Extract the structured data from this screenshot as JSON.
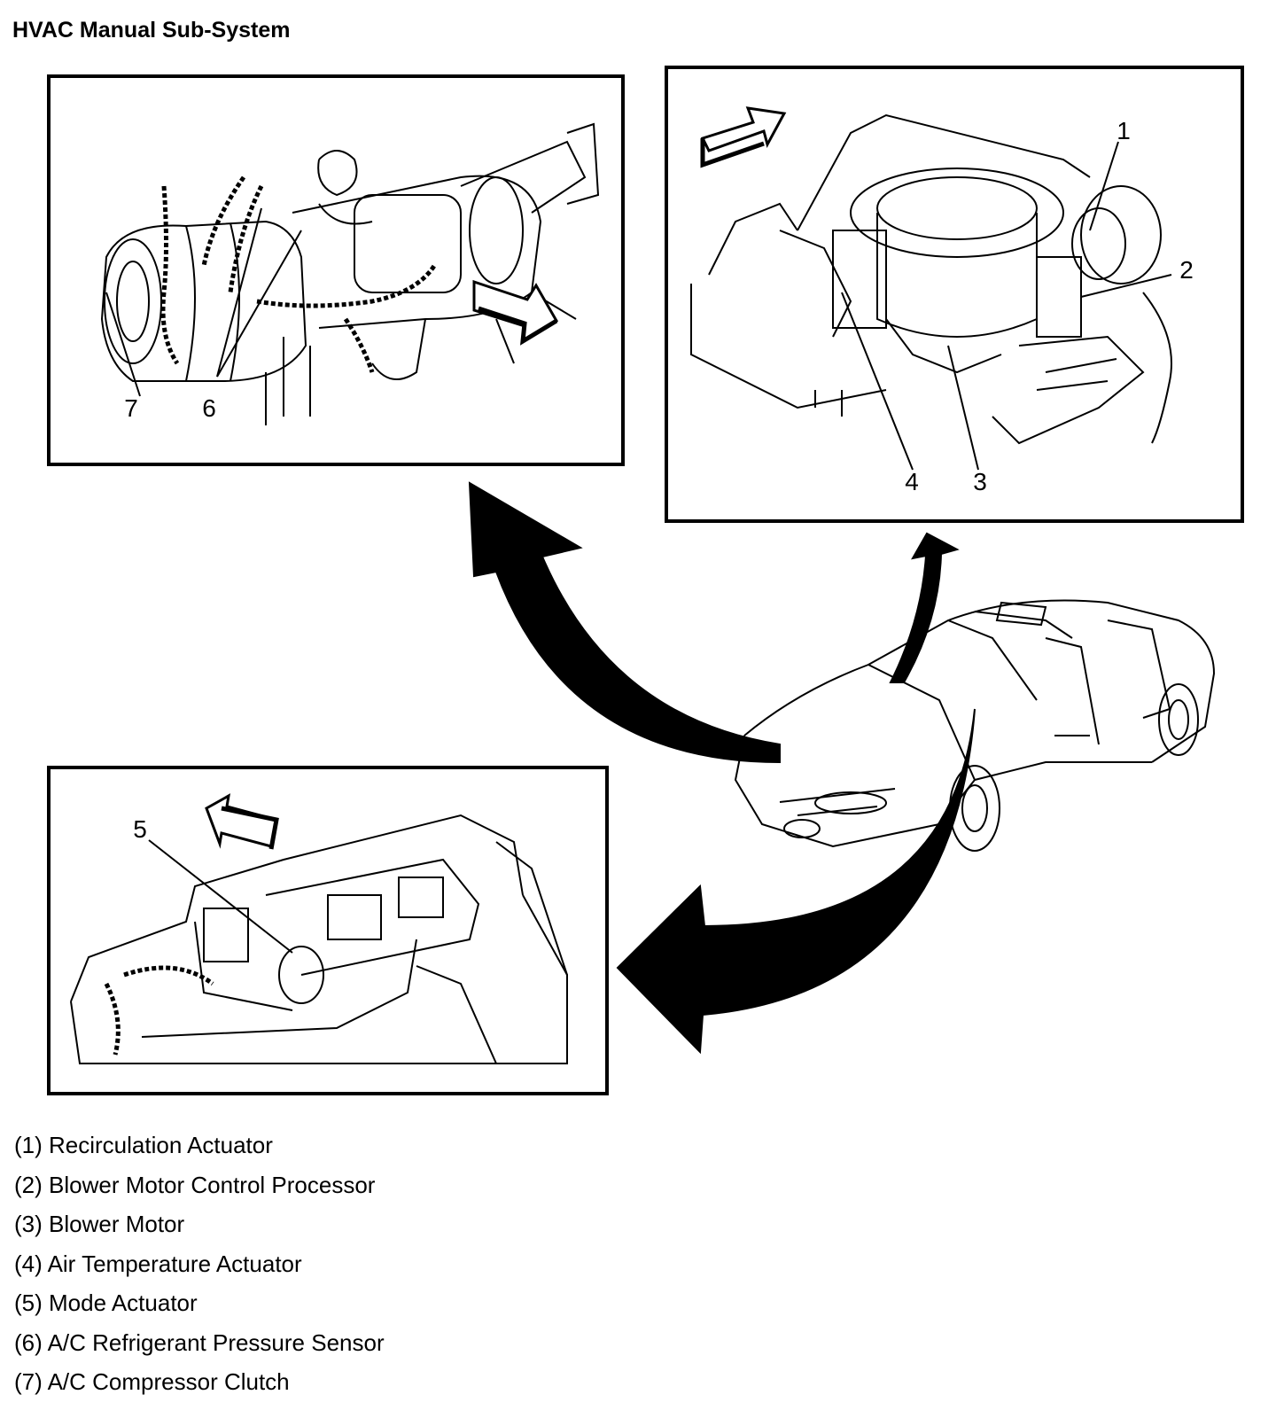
{
  "title": "HVAC Manual Sub-System",
  "callouts": {
    "n1": "1",
    "n2": "2",
    "n3": "3",
    "n4": "4",
    "n5": "5",
    "n6": "6",
    "n7": "7"
  },
  "legend": [
    "(1) Recirculation Actuator",
    "(2) Blower Motor Control Processor",
    "(3) Blower Motor",
    "(4) Air Temperature Actuator",
    "(5) Mode Actuator",
    "(6) A/C Refrigerant Pressure Sensor",
    "(7) A/C Compressor Clutch"
  ]
}
